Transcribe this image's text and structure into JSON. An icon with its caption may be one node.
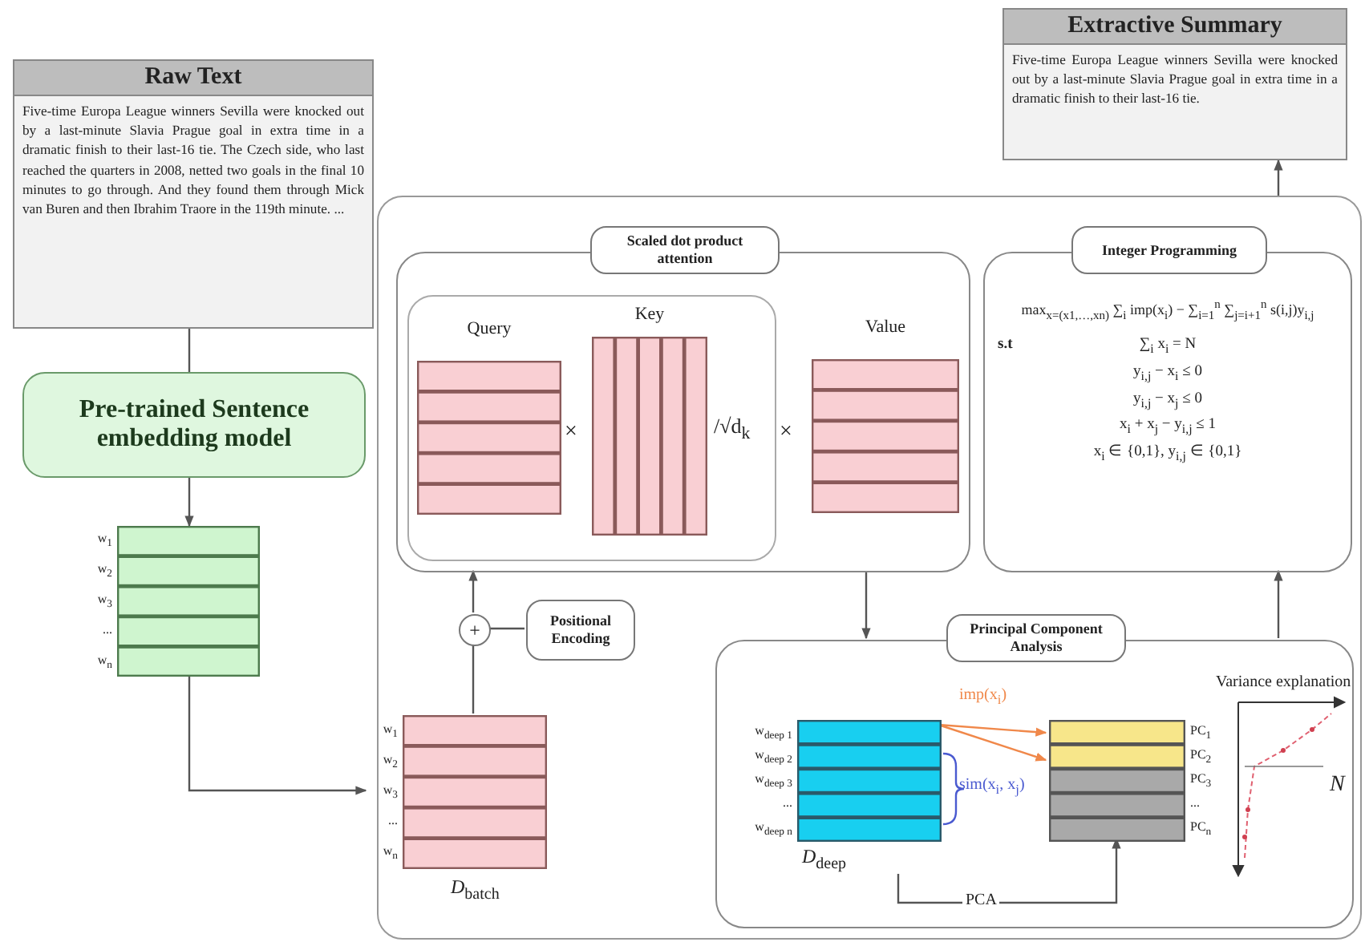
{
  "diagram": {
    "nodes": [
      {
        "text": [
          "Raw Text",
          "Five-time Europa League winners Sevilla were knocked out by a last-minute Slavia Prague goal in extra time in a dramatic finish to their last-16 tie. The Czech side, who last reached the quarters in 2008, netted two goals in the final 10 minutes to go through. And they found them through Mick van Buren and then Ibrahim Traore in the 119th minute. ..."
        ]
      },
      {
        "text": [
          "Pre-trained Sentence embedding model"
        ]
      },
      {
        "text": [],
        "shape": "box",
        "beside": [
          "w$_{1}$",
          "w$_{2}$",
          "w$_{3}$",
          "...",
          "w$_{n}$"
        ]
      },
      {
        "text": [],
        "shape": "box"
      },
      {
        "text": [
          "Scaled dot product attention"
        ],
        "in": 3
      },
      {
        "text": [],
        "shape": "box",
        "in": 4
      },
      {
        "text": [
          "Query"
        ],
        "in": 5
      },
      {
        "text": [
          "Key"
        ],
        "in": 5
      },
      {
        "text": [
          "Value"
        ],
        "in": 4
      },
      {
        "text": [
          "+"
        ],
        "in": 3
      },
      {
        "text": [
          "Positional Encoding"
        ],
        "in": 3
      },
      {
        "text": [],
        "shape": "box",
        "in": 3,
        "beside": [
          "w$_{1}$",
          "w$_{2}$",
          "w$_{3}$",
          "...",
          "w$_{n}$",
          "*D*$_{batch}$"
        ]
      },
      {
        "text": [
          "Integer Programming",
          "max$_{x=(x1,…,xn)}$ ∑$_{i}$ imp(x$_{i}$) − ∑$_{i=1}$$^{n}$ ∑$_{j=i+1}$$^{n}$ s(i,j)y$_{i,j}$",
          "s.t",
          "∑$_{i}$ x$_{i}$ = N",
          "y$_{i,j}$ − x$_{i}$ ≤ 0",
          "y$_{i,j}$ − x$_{j}$ ≤ 0",
          "x$_{i}$ + x$_{j}$ − y$_{i,j}$ ≤ 1",
          "x$_{i}$ ∈ {0,1},   y$_{i,j}$ ∈ {0,1}"
        ],
        "in": 3
      },
      {
        "text": [
          "Principal Component Analysis"
        ],
        "in": 3
      },
      {
        "text": [],
        "shape": "box",
        "in": 13,
        "beside": [
          "w$_{deep 1}$",
          "w$_{deep 2}$",
          "w$_{deep 3}$",
          "...",
          "w$_{deep n}$",
          "*D*$_{deep}$"
        ]
      },
      {
        "text": [],
        "shape": "box",
        "in": 13,
        "beside": [
          "PC$_{1}$",
          "PC$_{2}$",
          "PC$_{3}$",
          "...",
          "PC$_{n}$"
        ]
      },
      {
        "text": [
          "Extractive Summary",
          "Five-time Europa League winners Sevilla were knocked out by a last-minute Slavia Prague goal in extra time in a dramatic finish to their last-16 tie."
        ]
      }
    ],
    "edges": [
      {
        "from": 0,
        "to": 1,
        "arrow": "none"
      },
      {
        "from": 1,
        "to": 2,
        "arrow": "to"
      },
      {
        "from": 2,
        "to": 11,
        "arrow": "to"
      },
      {
        "from": 11,
        "to": 9,
        "arrow": "none"
      },
      {
        "from": 10,
        "to": 9,
        "arrow": "none"
      },
      {
        "from": 9,
        "to": 4,
        "arrow": "to"
      },
      {
        "from": 4,
        "to": 13,
        "arrow": "to"
      },
      {
        "from": 13,
        "to": 12,
        "arrow": "to"
      },
      {
        "from": 3,
        "to": 16,
        "arrow": "to"
      },
      {
        "from": 14,
        "to": 15,
        "arrow": "to",
        "label": "imp(x$_{i}$)",
        "color": "#f0884a"
      },
      {
        "from": 14,
        "to": 15,
        "arrow": "to",
        "color": "#f0884a"
      },
      {
        "from": 14,
        "to": 15,
        "arrow": "to",
        "label": "PCA"
      }
    ],
    "labels": [
      "×",
      "/√d$_{k}$",
      "×",
      "sim(x$_{i}$, x$_{j}$)",
      "Variance explanation",
      "N"
    ]
  }
}
